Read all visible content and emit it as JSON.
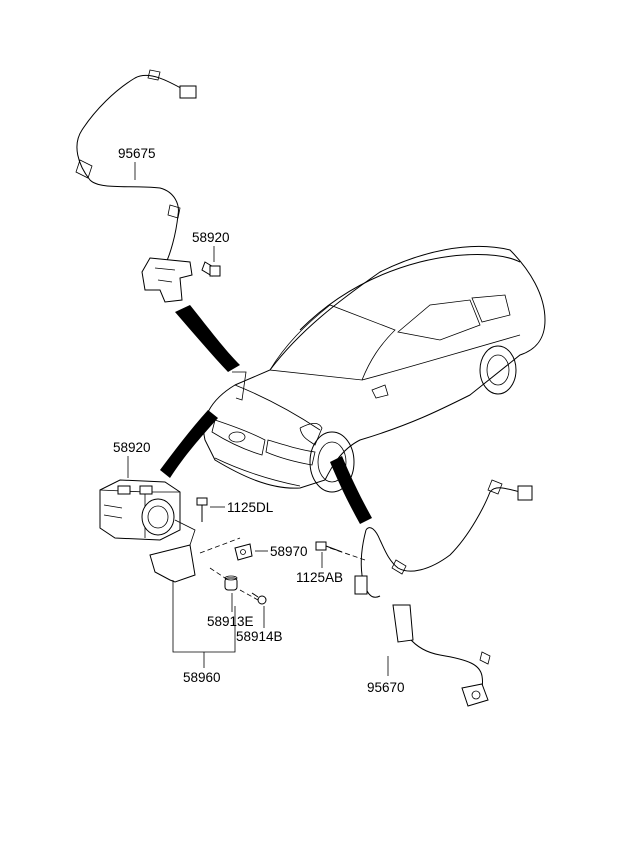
{
  "labels": {
    "p95675": "95675",
    "p58920_top": "58920",
    "p58920_unit": "58920",
    "p1125DL": "1125DL",
    "p58970": "58970",
    "p1125AB": "1125AB",
    "p58913E": "58913E",
    "p58914B": "58914B",
    "p58960": "58960",
    "p95670": "95670"
  }
}
